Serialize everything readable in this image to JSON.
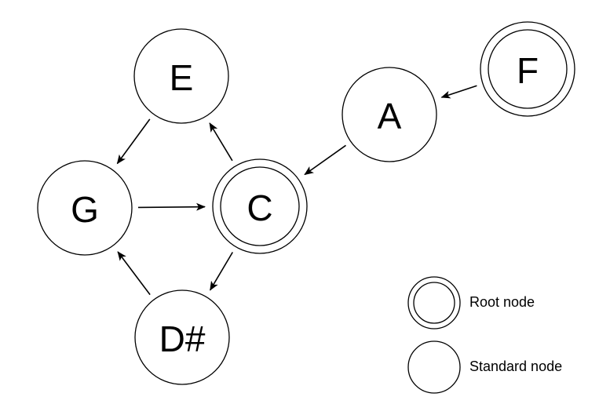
{
  "diagram": {
    "nodes": [
      {
        "id": "E",
        "label": "E",
        "kind": "standard"
      },
      {
        "id": "F",
        "label": "F",
        "kind": "root"
      },
      {
        "id": "A",
        "label": "A",
        "kind": "standard"
      },
      {
        "id": "G",
        "label": "G",
        "kind": "standard"
      },
      {
        "id": "C",
        "label": "C",
        "kind": "root"
      },
      {
        "id": "D#",
        "label": "D#",
        "kind": "standard"
      }
    ],
    "edges": [
      {
        "from": "F",
        "to": "A"
      },
      {
        "from": "A",
        "to": "C"
      },
      {
        "from": "C",
        "to": "E"
      },
      {
        "from": "E",
        "to": "G"
      },
      {
        "from": "G",
        "to": "C"
      },
      {
        "from": "C",
        "to": "D#"
      },
      {
        "from": "D#",
        "to": "G"
      }
    ]
  },
  "legend": {
    "root_label": "Root node",
    "standard_label": "Standard node"
  },
  "colors": {
    "stroke": "#000000",
    "fill": "#ffffff"
  }
}
